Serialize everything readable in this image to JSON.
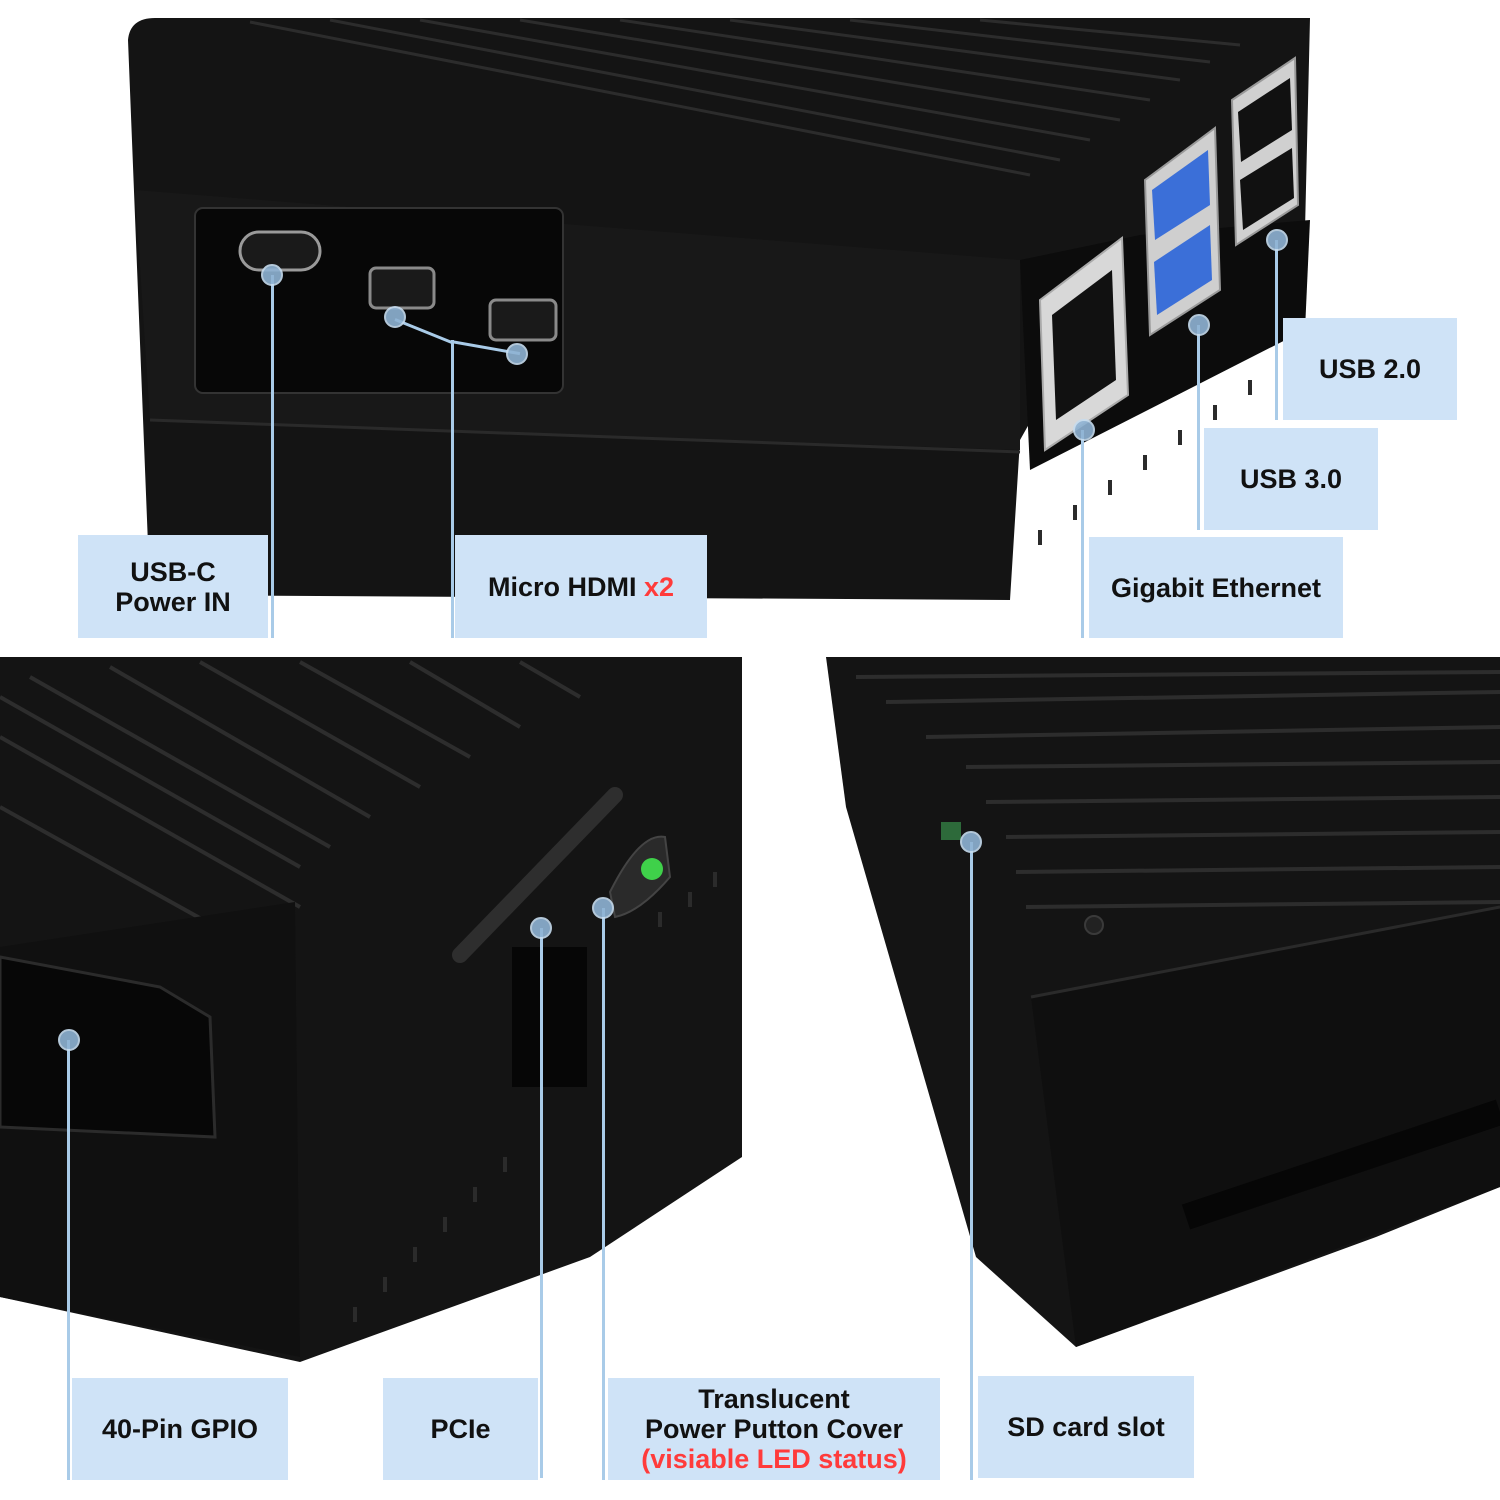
{
  "labels": {
    "usbc_line1": "USB-C",
    "usbc_line2": "Power IN",
    "micro_hdmi": "Micro HDMI",
    "micro_hdmi_count": "x2",
    "gigabit_ethernet": "Gigabit Ethernet",
    "usb30": "USB 3.0",
    "usb20": "USB 2.0",
    "gpio": "40-Pin GPIO",
    "pcie": "PCIe",
    "translucent_line1": "Translucent",
    "translucent_line2": "Power Putton Cover",
    "translucent_note": "(visiable LED status)",
    "sd_card": "SD card slot"
  },
  "colors": {
    "label_bg": "#cfe3f7",
    "accent": "#ff3b3b",
    "case": "#121212",
    "leader": "#a9cbe8"
  }
}
